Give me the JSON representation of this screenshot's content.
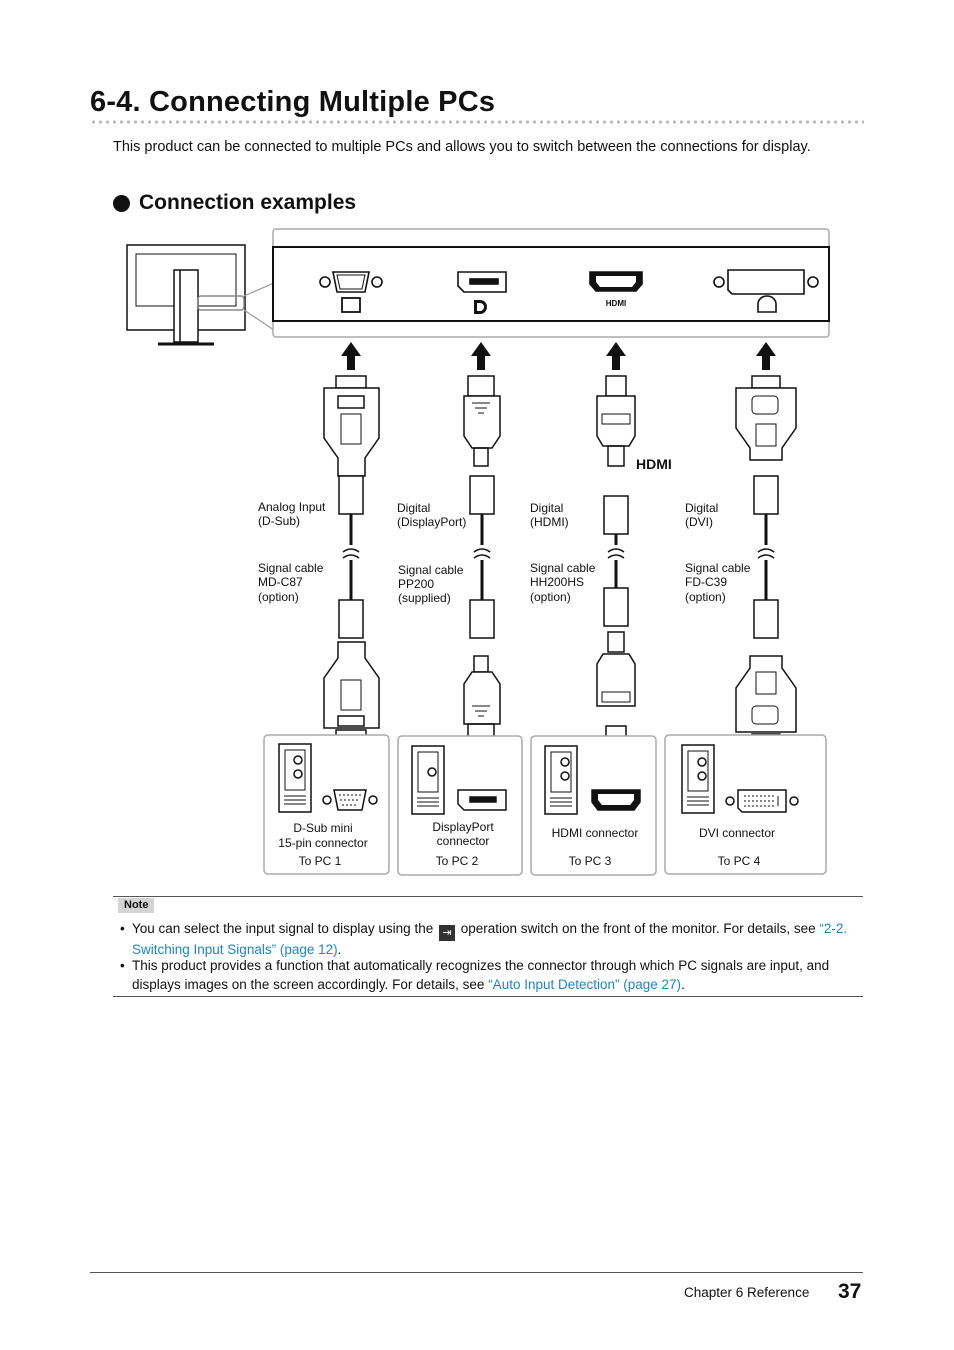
{
  "page": {
    "title": "6-4.  Connecting Multiple PCs",
    "intro": "This product can be connected to multiple PCs and allows you to switch between the connections for display.",
    "subheading": "Connection examples"
  },
  "diagram": {
    "hdmi_logo_text": "HDMI",
    "columns": [
      {
        "input_label": [
          "Analog Input",
          "(D-Sub)"
        ],
        "cable_label": [
          "Signal cable",
          "MD-C87",
          "(option)"
        ],
        "connector_label": [
          "D-Sub mini",
          "15-pin connector"
        ],
        "destination": "To PC 1"
      },
      {
        "input_label": [
          "Digital",
          "(DisplayPort)"
        ],
        "cable_label": [
          "Signal cable",
          "PP200",
          "(supplied)"
        ],
        "connector_label": [
          "DisplayPort",
          "connector"
        ],
        "destination": "To PC 2"
      },
      {
        "input_label": [
          "Digital",
          "(HDMI)"
        ],
        "cable_label": [
          "Signal cable",
          "HH200HS",
          "(option)"
        ],
        "connector_label": [
          "HDMI connector"
        ],
        "destination": "To PC 3"
      },
      {
        "input_label": [
          "Digital",
          "(DVI)"
        ],
        "cable_label": [
          "Signal cable",
          "FD-C39",
          "(option)"
        ],
        "connector_label": [
          "DVI connector"
        ],
        "destination": "To PC 4"
      }
    ]
  },
  "note": {
    "badge": "Note",
    "item1_before": "You can select the input signal to display using the ",
    "item1_after": " operation switch on the front of the monitor. For details, see ",
    "item1_link": "“2-2. Switching Input Signals” (page 12)",
    "item1_end": ".",
    "item2_before": "This product provides a function that automatically recognizes the connector through which PC signals are input, and displays images on the screen accordingly. For details, see ",
    "item2_link": "“Auto Input Detection” (page 27)",
    "item2_end": "."
  },
  "footer": {
    "chapter": "Chapter 6 Reference",
    "page_number": "37"
  }
}
